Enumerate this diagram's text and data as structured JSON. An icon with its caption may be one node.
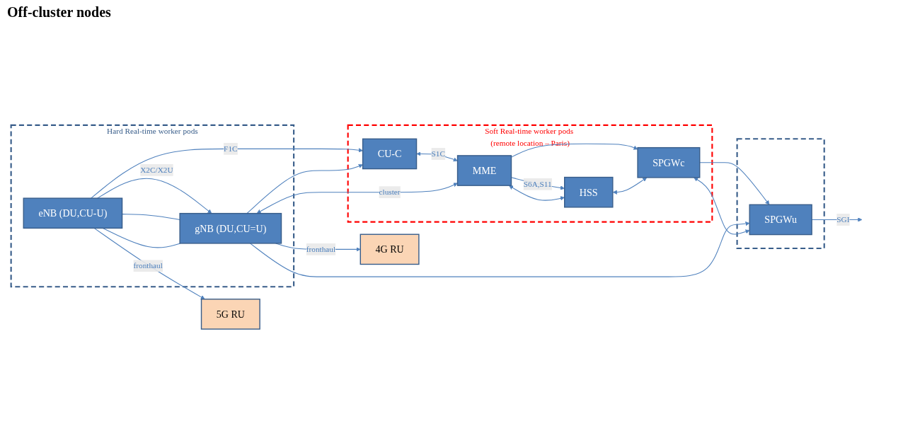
{
  "diagram": {
    "nodes": [
      {
        "text": [
          "5G RU"
        ]
      },
      {
        "text": [
          "4G RU"
        ]
      },
      {
        "text": [
          "Hard Real-time worker pods"
        ]
      },
      {
        "text": [
          "eNB (DU,CU-U)"
        ],
        "in": 2
      },
      {
        "text": [
          "gNB (DU,CU=U)"
        ],
        "in": 2
      },
      {
        "text": [
          "Soft Real-time worker pods (remote location – Paris)"
        ]
      },
      {
        "text": [
          "CU-C"
        ],
        "in": 5
      },
      {
        "text": [
          "MME"
        ],
        "in": 5
      },
      {
        "text": [
          "HSS"
        ],
        "in": 5
      },
      {
        "text": [
          "SPGWc"
        ],
        "in": 5
      },
      {
        "text": [],
        "shape": "box"
      },
      {
        "text": [
          "SPGWu"
        ],
        "in": 10
      }
    ],
    "edges": [
      {
        "from": 3,
        "to": 0,
        "arrow": "to",
        "label": "fronthaul"
      },
      {
        "from": 4,
        "to": 1,
        "arrow": "to",
        "label": "fronthaul"
      },
      {
        "from": 3,
        "to": 4,
        "arrow": "to",
        "label": "X2C/X2U"
      },
      {
        "from": 3,
        "to": 4,
        "arrow": "none"
      },
      {
        "from": 3,
        "to": 4,
        "arrow": "none"
      },
      {
        "from": 3,
        "to": 6,
        "arrow": "to",
        "label": "F1C"
      },
      {
        "from": 4,
        "to": 6,
        "arrow": "to"
      },
      {
        "from": 6,
        "to": 7,
        "arrow": "both",
        "label": "S1C"
      },
      {
        "from": 7,
        "to": 8,
        "arrow": "to",
        "label": "S6A,S11"
      },
      {
        "from": 7,
        "to": 9,
        "arrow": "to"
      },
      {
        "from": 9,
        "to": 11,
        "arrow": "to"
      },
      {
        "from": 4,
        "to": 11,
        "arrow": "to"
      },
      {
        "from": 11,
        "to": null,
        "arrow": "to",
        "label": "SGI"
      },
      {
        "from": 4,
        "to": 7,
        "arrow": "both",
        "label": "cluster"
      },
      {
        "from": 7,
        "to": 8,
        "arrow": "both"
      },
      {
        "from": 8,
        "to": 9,
        "arrow": "both"
      },
      {
        "from": 9,
        "to": 11,
        "arrow": "both"
      }
    ],
    "labels": [
      "Off-cluster nodes"
    ]
  }
}
